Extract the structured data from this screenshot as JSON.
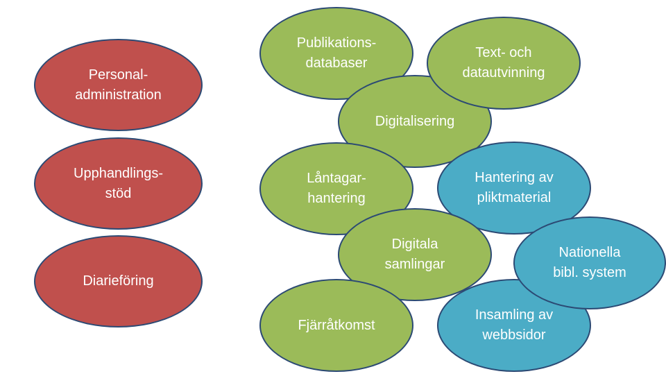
{
  "colors": {
    "red": "#c0504d",
    "green": "#9bbb59",
    "blue": "#4bacc6",
    "outline": "#2c4a74"
  },
  "left_nodes": {
    "personal": "Personal-\nadministration",
    "upphandling": "Upphandlings-\nstöd",
    "diarieforing": "Diarieföring"
  },
  "right_nodes": {
    "publikationsdatabaser": "Publikations-\ndatabaser",
    "text_datautvinning": "Text- och\ndatautvinning",
    "digitalisering": "Digitalisering",
    "lantagarhantering": "Låntagar-\nhantering",
    "pliktmaterial": "Hantering av\npliktmaterial",
    "digitala_samlingar": "Digitala\nsamlingar",
    "nationella_system": "Nationella\nbibl. system",
    "fjarratkomst": "Fjärråtkomst",
    "webbsidor": "Insamling av\nwebbsidor"
  }
}
